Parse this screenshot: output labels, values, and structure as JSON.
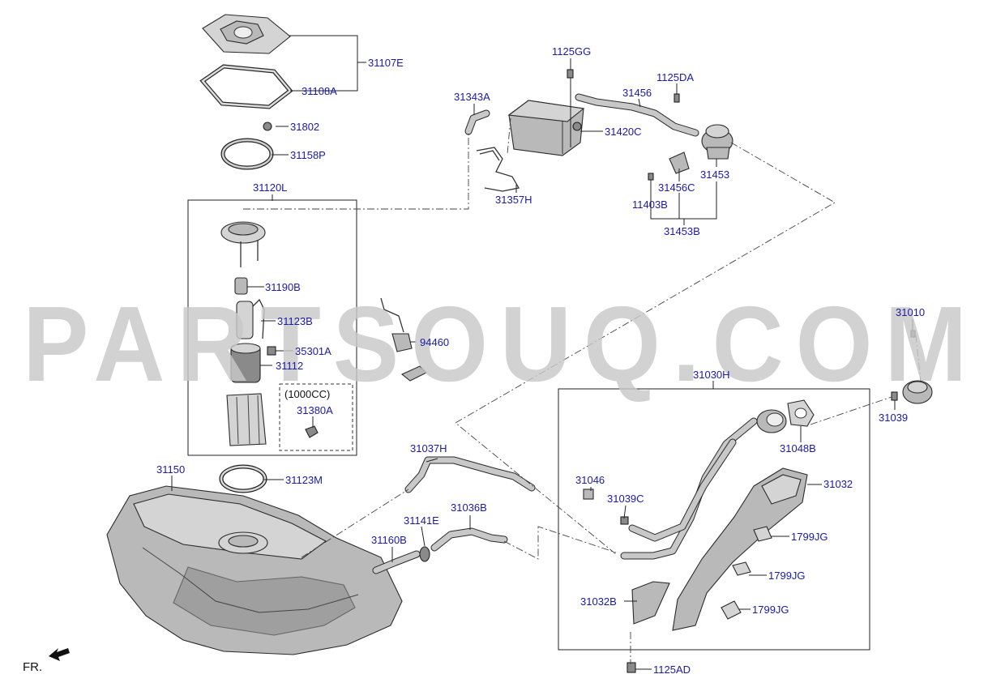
{
  "watermark": "PARTSOUQ.COM",
  "orientation": "FR.",
  "variant_note": "(1000CC)",
  "labels": {
    "p31107E": "31107E",
    "p31108A": "31108A",
    "p31802": "31802",
    "p31158P": "31158P",
    "p31120L": "31120L",
    "p31190B": "31190B",
    "p31123B": "31123B",
    "p35301A": "35301A",
    "p31112": "31112",
    "p31380A": "31380A",
    "p31150": "31150",
    "p31123M": "31123M",
    "p31343A": "31343A",
    "p1125GG": "1125GG",
    "p31456": "31456",
    "p1125DA": "1125DA",
    "p31420C": "31420C",
    "p31357H": "31357H",
    "p31453": "31453",
    "p31456C": "31456C",
    "p11403B": "11403B",
    "p31453B": "31453B",
    "p94460": "94460",
    "p31010": "31010",
    "p31030H": "31030H",
    "p31039": "31039",
    "p31037H": "31037H",
    "p31048B": "31048B",
    "p31046": "31046",
    "p31032": "31032",
    "p31039C": "31039C",
    "p31141E": "31141E",
    "p31036B": "31036B",
    "p31160B": "31160B",
    "p1799JG_a": "1799JG",
    "p1799JG_b": "1799JG",
    "p31032B": "31032B",
    "p1799JG_c": "1799JG",
    "p1125AD": "1125AD"
  }
}
